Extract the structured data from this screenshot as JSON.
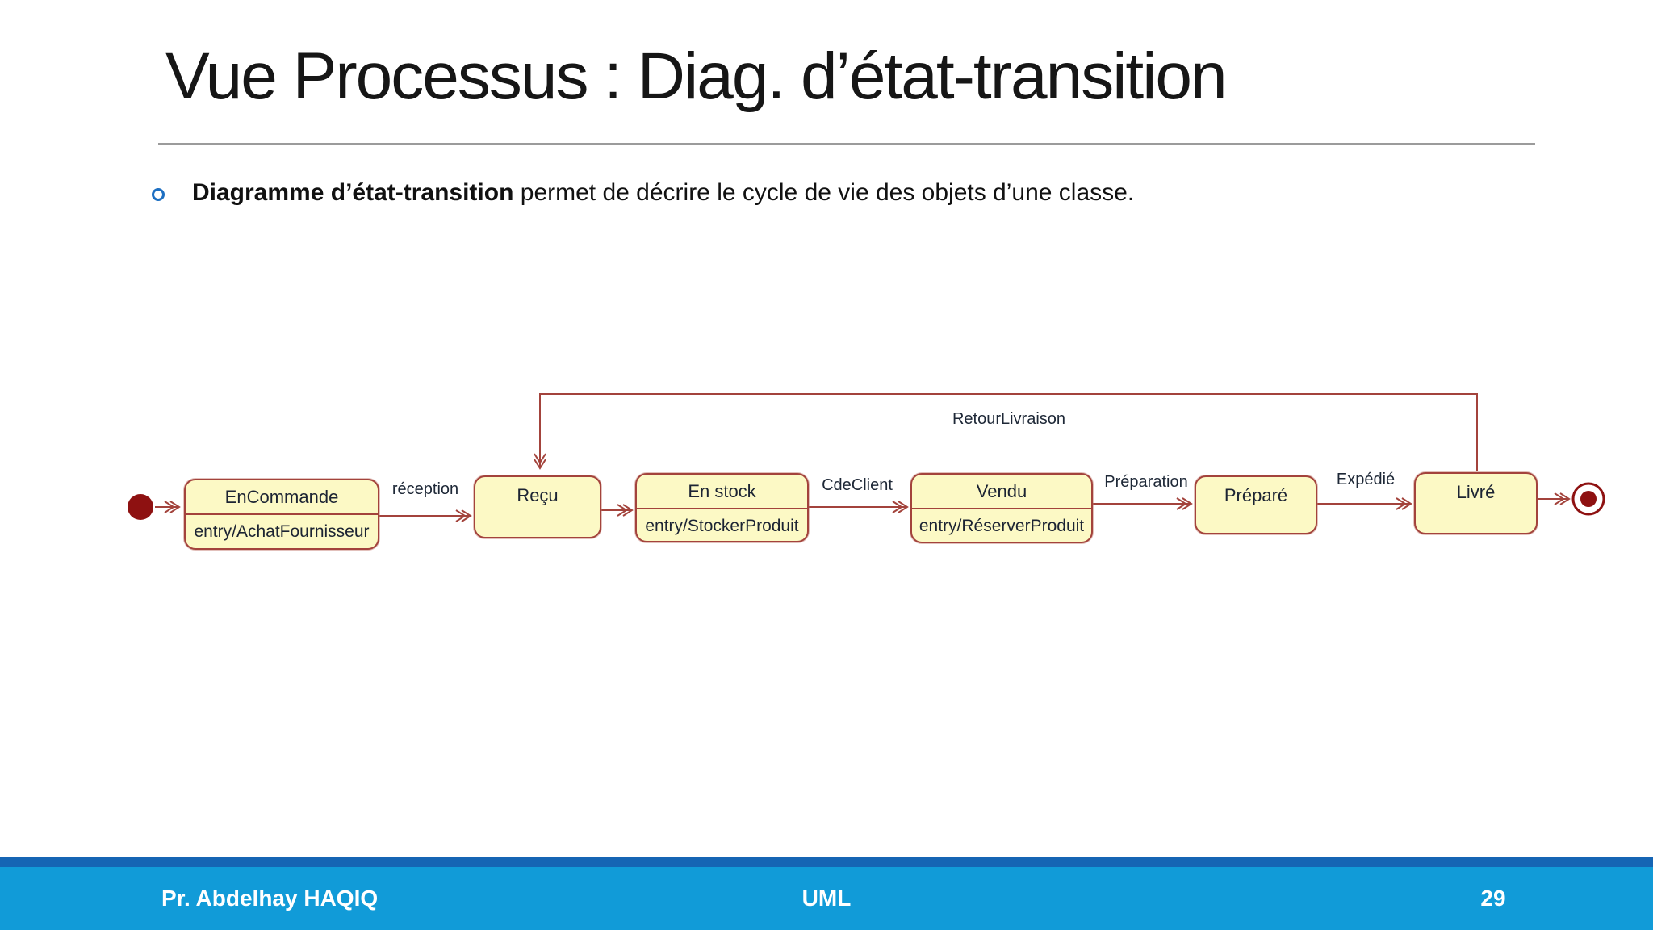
{
  "slide": {
    "title": "Vue Processus : Diag. d’état-transition",
    "bullet": {
      "bold": "Diagramme d’état-transition",
      "text": " permet de décrire le cycle de vie des objets d’une classe."
    },
    "bullet_color": "#1D6FC2"
  },
  "diagram": {
    "type": "uml-state-diagram",
    "states": [
      {
        "name": "EnCommande",
        "entry": "entry/AchatFournisseur"
      },
      {
        "name": "Reçu",
        "entry": ""
      },
      {
        "name": "En stock",
        "entry": "entry/StockerProduit"
      },
      {
        "name": "Vendu",
        "entry": "entry/RéserverProduit"
      },
      {
        "name": "Préparé",
        "entry": ""
      },
      {
        "name": "Livré",
        "entry": ""
      }
    ],
    "transitions": [
      {
        "label": "réception",
        "from": "EnCommande",
        "to": "Reçu"
      },
      {
        "label": "CdeClient",
        "from": "En stock",
        "to": "Vendu"
      },
      {
        "label": "Préparation",
        "from": "Vendu",
        "to": "Préparé"
      },
      {
        "label": "Expédié",
        "from": "Préparé",
        "to": "Livré"
      },
      {
        "label": "RetourLivraison",
        "from": "Livré",
        "to": "Reçu"
      }
    ],
    "colors": {
      "state_fill": "#FCF9C5",
      "state_border": "#A3433C",
      "arrow": "#A3433C",
      "terminal": "#8E1111",
      "label_text": "#1E2837"
    }
  },
  "footer": {
    "author": "Pr. Abdelhay HAQIQ",
    "course": "UML",
    "page_number": "29",
    "bar_color": "#119BD8",
    "accent_color": "#1565B4"
  }
}
